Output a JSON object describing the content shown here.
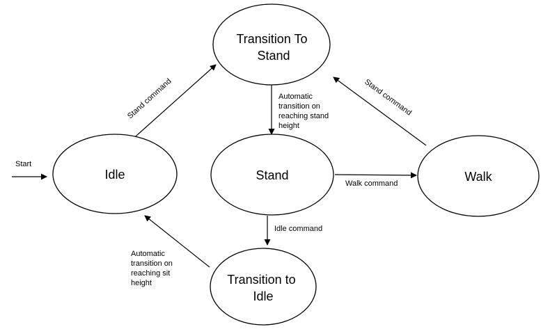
{
  "states": {
    "transition_to_stand": [
      "Transition To",
      "Stand"
    ],
    "idle": "Idle",
    "stand": "Stand",
    "walk": "Walk",
    "transition_to_idle": [
      "Transition to",
      "Idle"
    ]
  },
  "transitions": {
    "start": "Start",
    "idle_to_tts": "Stand command",
    "tts_to_stand": [
      "Automatic",
      "transition on",
      "reaching stand",
      "height"
    ],
    "walk_to_tts": "Stand command",
    "stand_to_walk": "Walk command",
    "stand_to_tti": "Idle command",
    "tti_to_idle": [
      "Automatic",
      "transition on",
      "reaching sit",
      "height"
    ]
  },
  "colors": {
    "stroke": "#000000",
    "background": "#ffffff"
  }
}
